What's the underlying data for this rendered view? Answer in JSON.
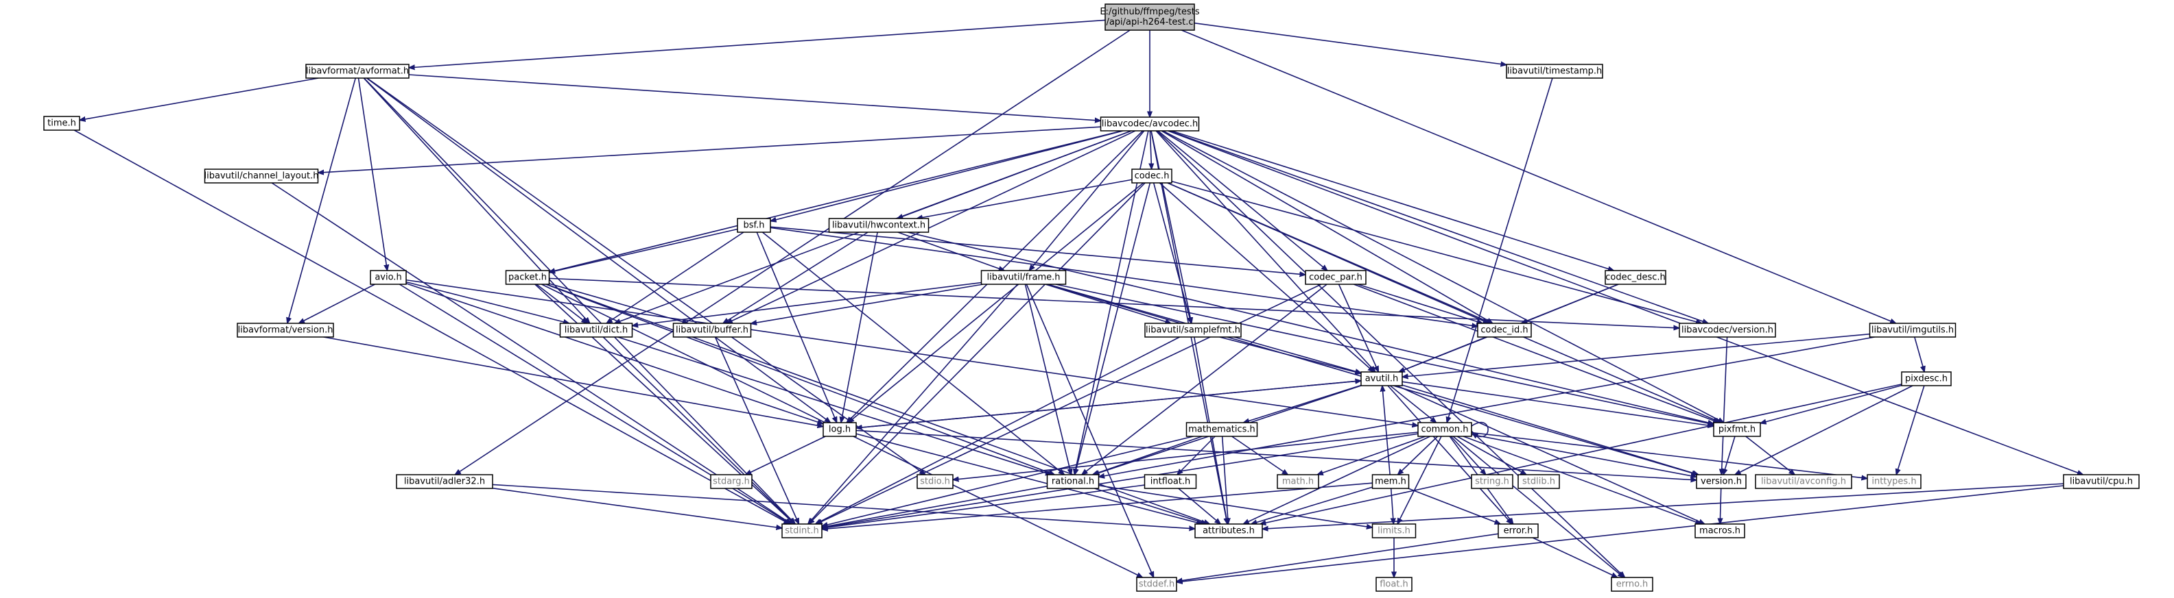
{
  "colors": {
    "edge": "#191970",
    "root_fill": "#bfbfbf",
    "node_fill": "#ffffff",
    "external_border": "#bfbfbf",
    "external_text": "#808080",
    "text": "#000000"
  },
  "nodes": [
    {
      "id": "root",
      "label": "E:/github/ffmpeg/tests\n/api/api-h264-test.c",
      "kind": "root"
    },
    {
      "id": "avformat",
      "label": "libavformat/avformat.h",
      "kind": "file"
    },
    {
      "id": "timestamp",
      "label": "libavutil/timestamp.h",
      "kind": "file"
    },
    {
      "id": "time",
      "label": "time.h",
      "kind": "file"
    },
    {
      "id": "avcodec",
      "label": "libavcodec/avcodec.h",
      "kind": "file"
    },
    {
      "id": "chlayout",
      "label": "libavutil/channel_layout.h",
      "kind": "file"
    },
    {
      "id": "codec",
      "label": "codec.h",
      "kind": "file"
    },
    {
      "id": "bsf",
      "label": "bsf.h",
      "kind": "file"
    },
    {
      "id": "hwcontext",
      "label": "libavutil/hwcontext.h",
      "kind": "file"
    },
    {
      "id": "avio",
      "label": "avio.h",
      "kind": "file"
    },
    {
      "id": "packet",
      "label": "packet.h",
      "kind": "file"
    },
    {
      "id": "frame",
      "label": "libavutil/frame.h",
      "kind": "file"
    },
    {
      "id": "codecpar",
      "label": "codec_par.h",
      "kind": "file"
    },
    {
      "id": "codecdesc",
      "label": "codec_desc.h",
      "kind": "file"
    },
    {
      "id": "imgutils",
      "label": "libavutil/imgutils.h",
      "kind": "file"
    },
    {
      "id": "lavfversion",
      "label": "libavformat/version.h",
      "kind": "file"
    },
    {
      "id": "dict",
      "label": "libavutil/dict.h",
      "kind": "file"
    },
    {
      "id": "buffer",
      "label": "libavutil/buffer.h",
      "kind": "file"
    },
    {
      "id": "samplefmt",
      "label": "libavutil/samplefmt.h",
      "kind": "file"
    },
    {
      "id": "codecid",
      "label": "codec_id.h",
      "kind": "file"
    },
    {
      "id": "lavcversion",
      "label": "libavcodec/version.h",
      "kind": "file"
    },
    {
      "id": "avutil",
      "label": "avutil.h",
      "kind": "file"
    },
    {
      "id": "pixdesc",
      "label": "pixdesc.h",
      "kind": "file"
    },
    {
      "id": "log",
      "label": "log.h",
      "kind": "file"
    },
    {
      "id": "mathematics",
      "label": "mathematics.h",
      "kind": "file"
    },
    {
      "id": "common",
      "label": "common.h",
      "kind": "file"
    },
    {
      "id": "pixfmt",
      "label": "pixfmt.h",
      "kind": "file"
    },
    {
      "id": "stdarg",
      "label": "stdarg.h",
      "kind": "external"
    },
    {
      "id": "stdio",
      "label": "stdio.h",
      "kind": "external"
    },
    {
      "id": "adler32",
      "label": "libavutil/adler32.h",
      "kind": "file"
    },
    {
      "id": "rational",
      "label": "rational.h",
      "kind": "file"
    },
    {
      "id": "intfloat",
      "label": "intfloat.h",
      "kind": "file"
    },
    {
      "id": "math",
      "label": "math.h",
      "kind": "external"
    },
    {
      "id": "string",
      "label": "string.h",
      "kind": "external"
    },
    {
      "id": "stdlib",
      "label": "stdlib.h",
      "kind": "external"
    },
    {
      "id": "version",
      "label": "version.h",
      "kind": "file"
    },
    {
      "id": "avconfig",
      "label": "libavutil/avconfig.h",
      "kind": "external"
    },
    {
      "id": "inttypes",
      "label": "inttypes.h",
      "kind": "external"
    },
    {
      "id": "cpu",
      "label": "libavutil/cpu.h",
      "kind": "file"
    },
    {
      "id": "mem",
      "label": "mem.h",
      "kind": "file"
    },
    {
      "id": "stdint",
      "label": "stdint.h",
      "kind": "external"
    },
    {
      "id": "attributes",
      "label": "attributes.h",
      "kind": "file"
    },
    {
      "id": "limits",
      "label": "limits.h",
      "kind": "external"
    },
    {
      "id": "error",
      "label": "error.h",
      "kind": "file"
    },
    {
      "id": "macros",
      "label": "macros.h",
      "kind": "file"
    },
    {
      "id": "stddef",
      "label": "stddef.h",
      "kind": "external"
    },
    {
      "id": "errno",
      "label": "errno.h",
      "kind": "external"
    },
    {
      "id": "float",
      "label": "float.h",
      "kind": "external"
    }
  ],
  "edges": [
    [
      "root",
      "avformat"
    ],
    [
      "root",
      "timestamp"
    ],
    [
      "root",
      "avcodec"
    ],
    [
      "root",
      "imgutils"
    ],
    [
      "root",
      "adler32"
    ],
    [
      "avformat",
      "time"
    ],
    [
      "avformat",
      "avcodec"
    ],
    [
      "avformat",
      "avio"
    ],
    [
      "avformat",
      "lavfversion"
    ],
    [
      "avformat",
      "dict"
    ],
    [
      "avformat",
      "log"
    ],
    [
      "avformat",
      "stdio"
    ],
    [
      "avformat",
      "stdint"
    ],
    [
      "timestamp",
      "common"
    ],
    [
      "time",
      "stdint"
    ],
    [
      "avcodec",
      "chlayout"
    ],
    [
      "avcodec",
      "codec"
    ],
    [
      "avcodec",
      "bsf"
    ],
    [
      "avcodec",
      "hwcontext"
    ],
    [
      "avcodec",
      "packet"
    ],
    [
      "avcodec",
      "frame"
    ],
    [
      "avcodec",
      "codecpar"
    ],
    [
      "avcodec",
      "codecdesc"
    ],
    [
      "avcodec",
      "dict"
    ],
    [
      "avcodec",
      "buffer"
    ],
    [
      "avcodec",
      "samplefmt"
    ],
    [
      "avcodec",
      "codecid"
    ],
    [
      "avcodec",
      "lavcversion"
    ],
    [
      "avcodec",
      "avutil"
    ],
    [
      "avcodec",
      "log"
    ],
    [
      "avcodec",
      "pixfmt"
    ],
    [
      "avcodec",
      "rational"
    ],
    [
      "avcodec",
      "attributes"
    ],
    [
      "avcodec",
      "errno"
    ],
    [
      "avcodec",
      "cpu"
    ],
    [
      "chlayout",
      "stdint"
    ],
    [
      "codec",
      "hwcontext"
    ],
    [
      "codec",
      "samplefmt"
    ],
    [
      "codec",
      "codecid"
    ],
    [
      "codec",
      "avutil"
    ],
    [
      "codec",
      "log"
    ],
    [
      "codec",
      "pixfmt"
    ],
    [
      "codec",
      "rational"
    ],
    [
      "codec",
      "lavcversion"
    ],
    [
      "codec",
      "stdint"
    ],
    [
      "bsf",
      "packet"
    ],
    [
      "bsf",
      "codecpar"
    ],
    [
      "bsf",
      "codecid"
    ],
    [
      "bsf",
      "dict"
    ],
    [
      "bsf",
      "log"
    ],
    [
      "bsf",
      "rational"
    ],
    [
      "hwcontext",
      "frame"
    ],
    [
      "hwcontext",
      "buffer"
    ],
    [
      "hwcontext",
      "log"
    ],
    [
      "hwcontext",
      "pixfmt"
    ],
    [
      "avio",
      "dict"
    ],
    [
      "avio",
      "common"
    ],
    [
      "avio",
      "log"
    ],
    [
      "avio",
      "lavfversion"
    ],
    [
      "avio",
      "stdint"
    ],
    [
      "packet",
      "dict"
    ],
    [
      "packet",
      "buffer"
    ],
    [
      "packet",
      "lavcversion"
    ],
    [
      "packet",
      "rational"
    ],
    [
      "packet",
      "attributes"
    ],
    [
      "packet",
      "stddef"
    ],
    [
      "packet",
      "stdint"
    ],
    [
      "frame",
      "dict"
    ],
    [
      "frame",
      "buffer"
    ],
    [
      "frame",
      "samplefmt"
    ],
    [
      "frame",
      "avutil"
    ],
    [
      "frame",
      "rational"
    ],
    [
      "frame",
      "pixfmt"
    ],
    [
      "frame",
      "version"
    ],
    [
      "frame",
      "stdint"
    ],
    [
      "frame",
      "stddef"
    ],
    [
      "codecpar",
      "codecid"
    ],
    [
      "codecpar",
      "avutil"
    ],
    [
      "codecpar",
      "pixfmt"
    ],
    [
      "codecpar",
      "rational"
    ],
    [
      "codecpar",
      "stdint"
    ],
    [
      "codecdesc",
      "codecid"
    ],
    [
      "codecdesc",
      "avutil"
    ],
    [
      "imgutils",
      "avutil"
    ],
    [
      "imgutils",
      "pixdesc"
    ],
    [
      "imgutils",
      "rational"
    ],
    [
      "lavfversion",
      "log"
    ],
    [
      "dict",
      "stdint"
    ],
    [
      "dict",
      "rational"
    ],
    [
      "buffer",
      "stdint"
    ],
    [
      "samplefmt",
      "avutil"
    ],
    [
      "samplefmt",
      "attributes"
    ],
    [
      "samplefmt",
      "stdint"
    ],
    [
      "codecid",
      "avutil"
    ],
    [
      "lavcversion",
      "version"
    ],
    [
      "avutil",
      "common"
    ],
    [
      "avutil",
      "log"
    ],
    [
      "avutil",
      "mathematics"
    ],
    [
      "avutil",
      "rational"
    ],
    [
      "avutil",
      "pixfmt"
    ],
    [
      "avutil",
      "version"
    ],
    [
      "avutil",
      "macros"
    ],
    [
      "avutil",
      "error"
    ],
    [
      "pixdesc",
      "pixfmt"
    ],
    [
      "pixdesc",
      "version"
    ],
    [
      "pixdesc",
      "inttypes"
    ],
    [
      "pixdesc",
      "attributes"
    ],
    [
      "log",
      "avutil"
    ],
    [
      "log",
      "stdarg"
    ],
    [
      "log",
      "attributes"
    ],
    [
      "log",
      "version"
    ],
    [
      "mathematics",
      "rational"
    ],
    [
      "mathematics",
      "intfloat"
    ],
    [
      "mathematics",
      "math"
    ],
    [
      "mathematics",
      "attributes"
    ],
    [
      "mathematics",
      "stdint"
    ],
    [
      "common",
      "common"
    ],
    [
      "common",
      "math"
    ],
    [
      "common",
      "string"
    ],
    [
      "common",
      "stdlib"
    ],
    [
      "common",
      "stdio"
    ],
    [
      "common",
      "inttypes"
    ],
    [
      "common",
      "version"
    ],
    [
      "common",
      "mem"
    ],
    [
      "common",
      "error"
    ],
    [
      "common",
      "attributes"
    ],
    [
      "common",
      "limits"
    ],
    [
      "common",
      "macros"
    ],
    [
      "common",
      "errno"
    ],
    [
      "common",
      "stdint"
    ],
    [
      "pixfmt",
      "version"
    ],
    [
      "pixfmt",
      "avconfig"
    ],
    [
      "adler32",
      "attributes"
    ],
    [
      "adler32",
      "stdint"
    ],
    [
      "rational",
      "attributes"
    ],
    [
      "rational",
      "limits"
    ],
    [
      "rational",
      "stdint"
    ],
    [
      "intfloat",
      "attributes"
    ],
    [
      "intfloat",
      "stdint"
    ],
    [
      "version",
      "macros"
    ],
    [
      "cpu",
      "attributes"
    ],
    [
      "cpu",
      "stddef"
    ],
    [
      "mem",
      "avutil"
    ],
    [
      "mem",
      "attributes"
    ],
    [
      "mem",
      "error"
    ],
    [
      "mem",
      "limits"
    ],
    [
      "mem",
      "stdint"
    ],
    [
      "limits",
      "float"
    ],
    [
      "error",
      "stddef"
    ],
    [
      "error",
      "errno"
    ]
  ]
}
